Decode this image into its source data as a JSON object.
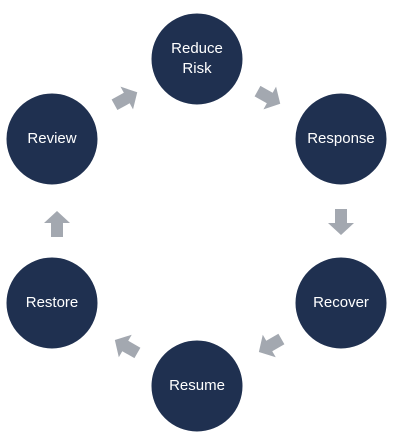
{
  "diagram": {
    "type": "cycle",
    "colors": {
      "stage_fill": "#1f3050",
      "arrow_fill": "#a3a8b0",
      "text": "#ffffff"
    },
    "stages": [
      {
        "lines": [
          "Reduce",
          "Risk"
        ]
      },
      {
        "lines": [
          "Response"
        ]
      },
      {
        "lines": [
          "Recover"
        ]
      },
      {
        "lines": [
          "Resume"
        ]
      },
      {
        "lines": [
          "Restore"
        ]
      },
      {
        "lines": [
          "Review"
        ]
      }
    ],
    "connectors": [
      {
        "from": "Reduce Risk",
        "to": "Response",
        "arrow": "arrow-icon"
      },
      {
        "from": "Response",
        "to": "Recover",
        "arrow": "arrow-icon"
      },
      {
        "from": "Recover",
        "to": "Resume",
        "arrow": "arrow-icon"
      },
      {
        "from": "Resume",
        "to": "Restore",
        "arrow": "arrow-icon"
      },
      {
        "from": "Restore",
        "to": "Review",
        "arrow": "arrow-icon"
      },
      {
        "from": "Review",
        "to": "Reduce Risk",
        "arrow": "arrow-icon"
      }
    ]
  }
}
